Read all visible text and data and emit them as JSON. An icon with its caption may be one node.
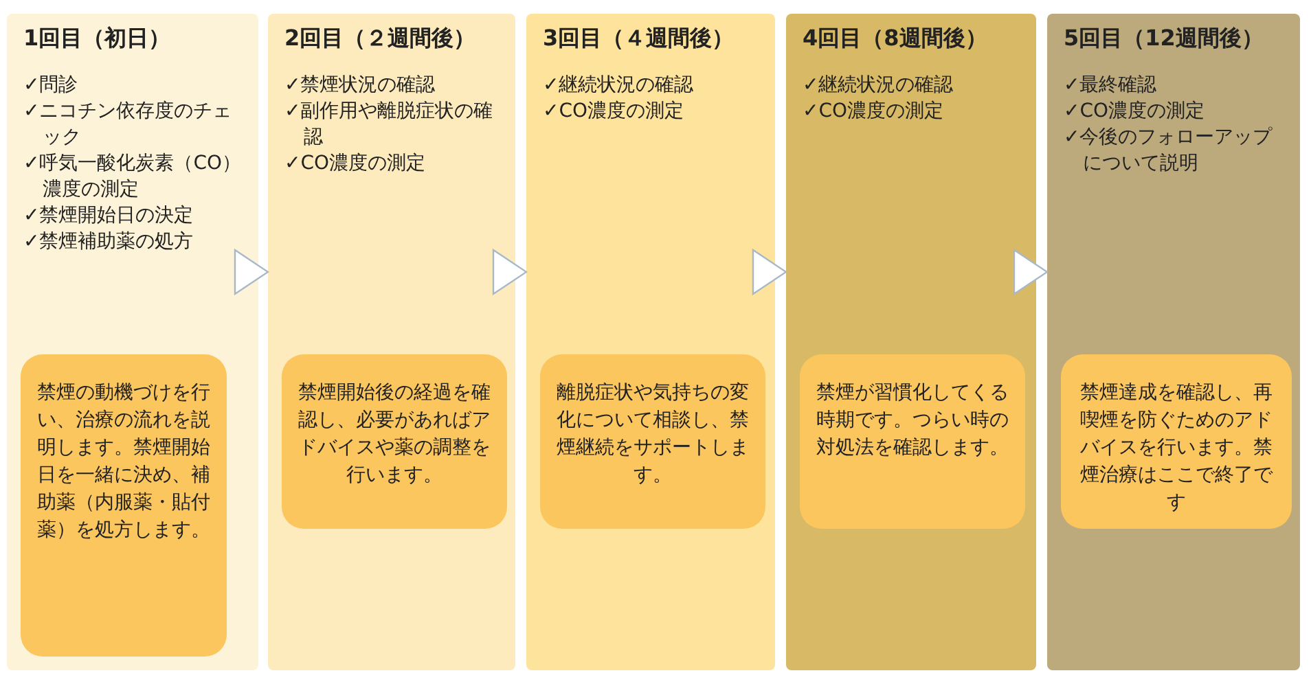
{
  "diagram": {
    "nodes": [
      {
        "text": [
          "1回目（初日）",
          "✓問診",
          "✓ニコチン依存度のチェック",
          "✓呼気一酸化炭素（CO）濃度の測定",
          "✓禁煙開始日の決定",
          "✓禁煙補助薬の処方"
        ]
      },
      {
        "text": [
          "禁煙の動機づけを行い、治療の流れを説明します。禁煙開始日を一緒に決め、補助薬（内服薬・貼付薬）を処方します。"
        ],
        "in": 0
      },
      {
        "text": [
          "2回目（２週間後）",
          "✓禁煙状況の確認",
          "✓副作用や離脱症状の確認",
          "✓CO濃度の測定"
        ]
      },
      {
        "text": [
          "禁煙開始後の経過を確認し、必要があればアドバイスや薬の調整を行います。"
        ],
        "in": 2
      },
      {
        "text": [
          "3回目（４週間後）",
          "✓継続状況の確認",
          "✓CO濃度の測定"
        ]
      },
      {
        "text": [
          "離脱症状や気持ちの変化について相談し、禁煙継続をサポートします。"
        ],
        "in": 4
      },
      {
        "text": [
          "4回目（8週間後）",
          "✓継続状況の確認",
          "✓CO濃度の測定"
        ]
      },
      {
        "text": [
          "禁煙が習慣化してくる時期です。つらい時の対処法を確認します。"
        ],
        "in": 6
      },
      {
        "text": [
          "5回目（12週間後）",
          "✓最終確認",
          "✓CO濃度の測定",
          "✓今後のフォローアップについて説明"
        ]
      },
      {
        "text": [
          "禁煙達成を確認し、再喫煙を防ぐためのアドバイスを行います。禁煙治療はここで終了です"
        ],
        "in": 8
      }
    ],
    "edges": [
      {
        "from": 0,
        "to": 2,
        "arrow": "to"
      },
      {
        "from": 2,
        "to": 4,
        "arrow": "to"
      },
      {
        "from": 4,
        "to": 6,
        "arrow": "to"
      },
      {
        "from": 6,
        "to": 8,
        "arrow": "to"
      }
    ]
  }
}
